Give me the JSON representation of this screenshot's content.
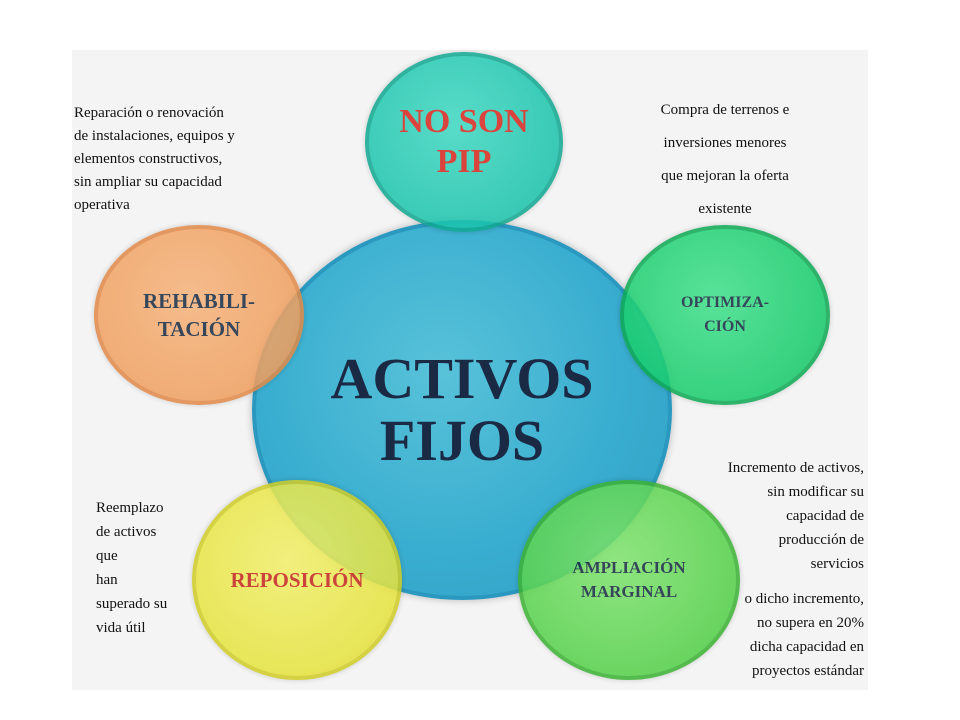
{
  "diagram": {
    "center": {
      "line1": "ACTIVOS",
      "line2": "FIJOS"
    },
    "nodes": {
      "no_pip": {
        "line1": "NO SON",
        "line2": "PIP"
      },
      "optimizacion": {
        "line1": "OPTIMIZA-",
        "line2": "CIÓN"
      },
      "ampliacion": {
        "line1": "AMPLIACIÓN",
        "line2": "MARGINAL"
      },
      "reposicion": {
        "line1": "REPOSICIÓN"
      },
      "rehabilitacion": {
        "line1": "REHABILI-",
        "line2": "TACIÓN"
      }
    },
    "notes": {
      "rehabilitacion": [
        "Reparación o renovación",
        "de instalaciones, equipos y",
        "elementos constructivos,",
        "sin ampliar su capacidad",
        "operativa"
      ],
      "optimizacion": [
        "Compra de terrenos e",
        "inversiones menores",
        "que mejoran la oferta",
        "existente"
      ],
      "ampliacion_a": [
        "Incremento de activos,",
        "sin modificar su",
        "capacidad de",
        "producción de",
        "servicios"
      ],
      "ampliacion_b": [
        "o dicho incremento,",
        "no supera en 20%",
        "dicha capacidad en",
        "proyectos estándar"
      ],
      "reposicion": [
        "Reemplazo",
        "de activos",
        "que",
        "han",
        "superado su",
        "vida útil"
      ]
    },
    "colors": {
      "center": "#3aaed0",
      "no_pip": "#1cc4ad",
      "optimizacion": "#17cc6c",
      "ampliacion": "#55d14a",
      "reposicion": "#e6e33f",
      "rehabilitacion": "#f0a060",
      "red_text": "#d7281e"
    }
  }
}
